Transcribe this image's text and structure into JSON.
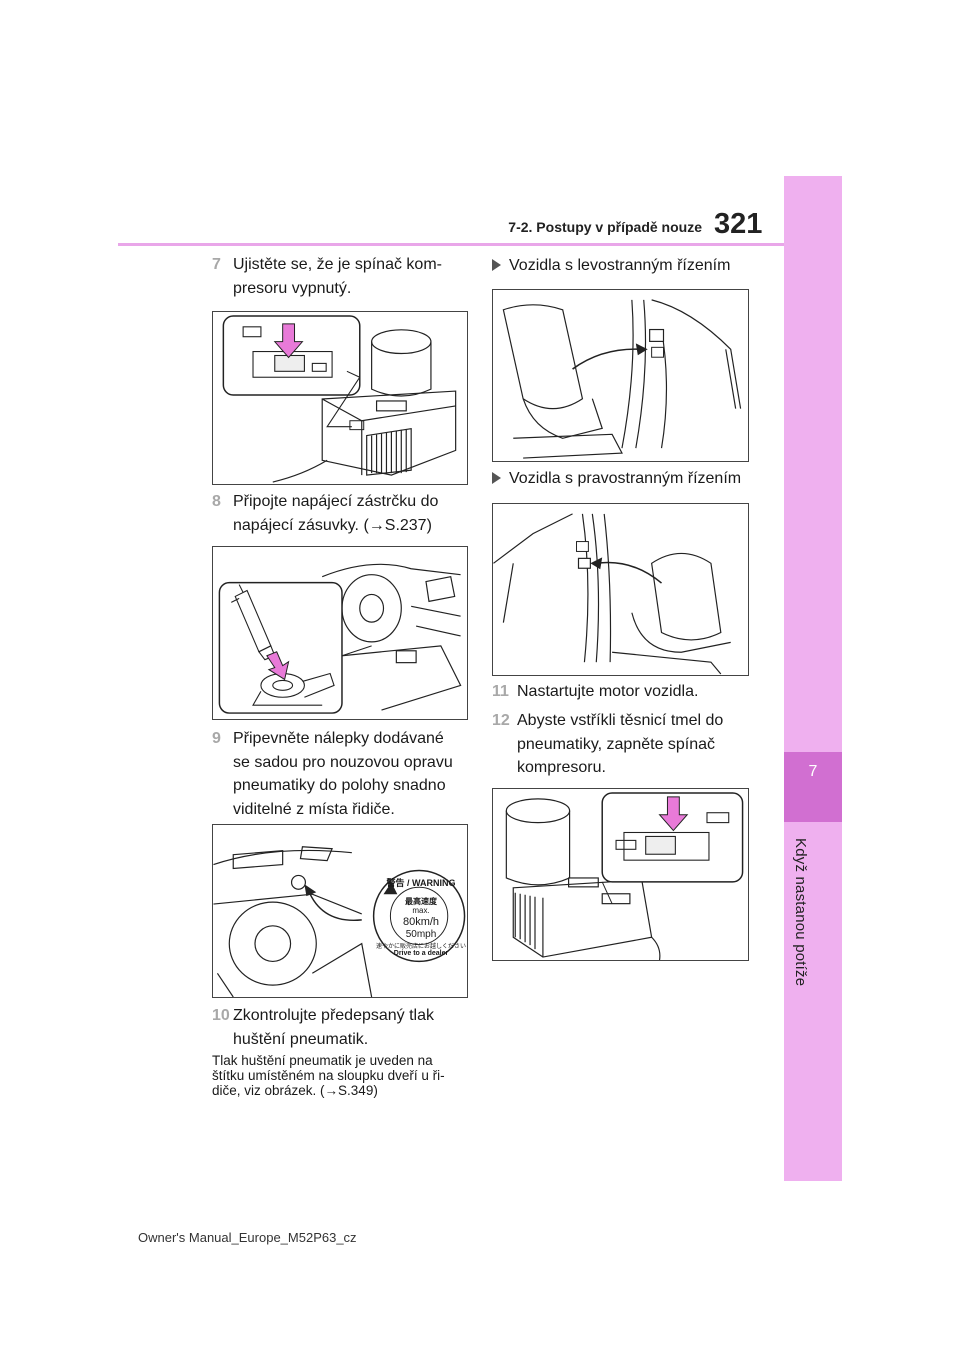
{
  "header": {
    "section": "7-2. Postupy v případě nouze",
    "page_number": "321"
  },
  "side_tab": {
    "number": "7",
    "label": "Když nastanou potíže"
  },
  "steps": [
    {
      "n": "7",
      "line1": "Ujistěte se, že je spínač kom-",
      "line2": "presoru vypnutý."
    },
    {
      "n": "8",
      "line1": "Připojte napájecí zástrčku do",
      "line2": "napájecí zásuvky. (→S.237)"
    },
    {
      "n": "9",
      "line1": "Připevněte nálepky dodávané",
      "line2": "se sadou pro nouzovou opravu",
      "line3": "pneumatiky do polohy snadno",
      "line4": "viditelné z místa řidiče."
    },
    {
      "n": "10",
      "line1": "Zkontrolujte předepsaný tlak",
      "line2": "huštění pneumatik."
    },
    {
      "n": "11",
      "line1": "Nastartujte motor vozidla."
    },
    {
      "n": "12",
      "line1": "Abyste vstříkli těsnicí tmel do",
      "line2": "pneumatiky, zapněte spínač",
      "line3": "kompresoru."
    }
  ],
  "note": {
    "line1": "Tlak huštění pneumatik je uveden na",
    "line2": "štítku umístěném na sloupku dveří u ři-",
    "line3": "diče, viz obrázek. (→S.349)"
  },
  "bullets": [
    {
      "text": "Vozidla s levostranným řízením"
    },
    {
      "text": "Vozidla s pravostranným řízením"
    }
  ],
  "sticker": {
    "top_text": "警告 / WARNING",
    "jp_speed": "最高速度",
    "max": "max.",
    "kmh": "80km/h",
    "mph": "50mph",
    "bottom_text": "Drive to a dealer",
    "jp_bottom": "速やかに販売店にお越しください"
  },
  "footer": {
    "text": "Owner's Manual_Europe_M52P63_cz"
  },
  "colors": {
    "tab": "#efb0ef",
    "tab_dark": "#d16fd1",
    "rule": "#e9a6e9",
    "arrow_pink": "#e87ad8"
  }
}
